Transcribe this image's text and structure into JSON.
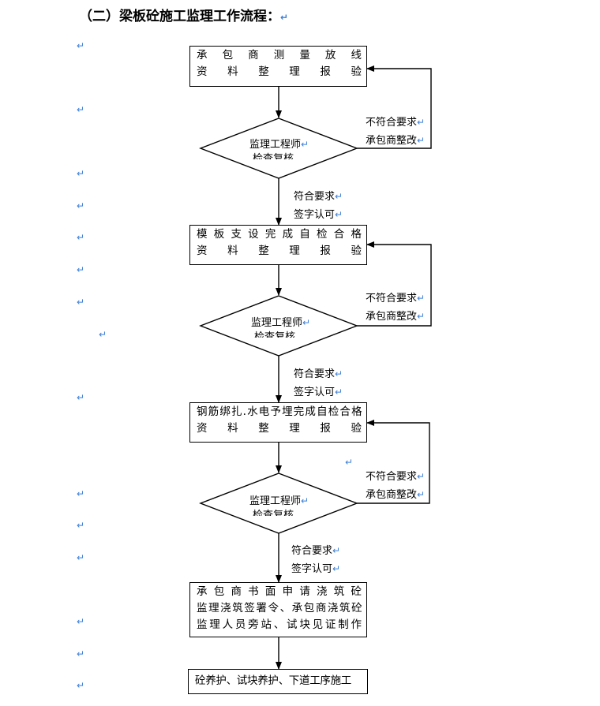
{
  "heading": "（二）梁板砼施工监理工作流程：",
  "paragraph_mark": "↵",
  "stage1": {
    "box_lines": [
      "承包商测量放线",
      "资料整理报验"
    ],
    "diamond_text": "监理工程师",
    "diamond_text_clipped": "检查复核",
    "reject_lines": [
      "不符合要求",
      "承包商整改"
    ],
    "accept_lines": [
      "符合要求",
      "签字认可"
    ]
  },
  "stage2": {
    "box_lines": [
      "模板支设完成自检合格",
      "资料整理报验"
    ],
    "diamond_text": "监理工程师",
    "diamond_text_clipped": "检查复核",
    "reject_lines": [
      "不符合要求",
      "承包商整改"
    ],
    "accept_lines": [
      "符合要求",
      "签字认可"
    ]
  },
  "stage3": {
    "box_lines": [
      "钢筋绑扎.水电予埋完成自检合格",
      "资料整理报验"
    ],
    "diamond_text": "监理工程师",
    "diamond_text_clipped": "检查复核",
    "reject_lines": [
      "不符合要求",
      "承包商整改"
    ],
    "accept_lines": [
      "符合要求",
      "签字认可"
    ]
  },
  "pour_box_lines": [
    "承包商书面申请浇筑砼",
    "监理浇筑签署令、承包商浇筑砼",
    "监理人员旁站、试块见证制作"
  ],
  "final_box_text": "砼养护、试块养护、下道工序施工"
}
